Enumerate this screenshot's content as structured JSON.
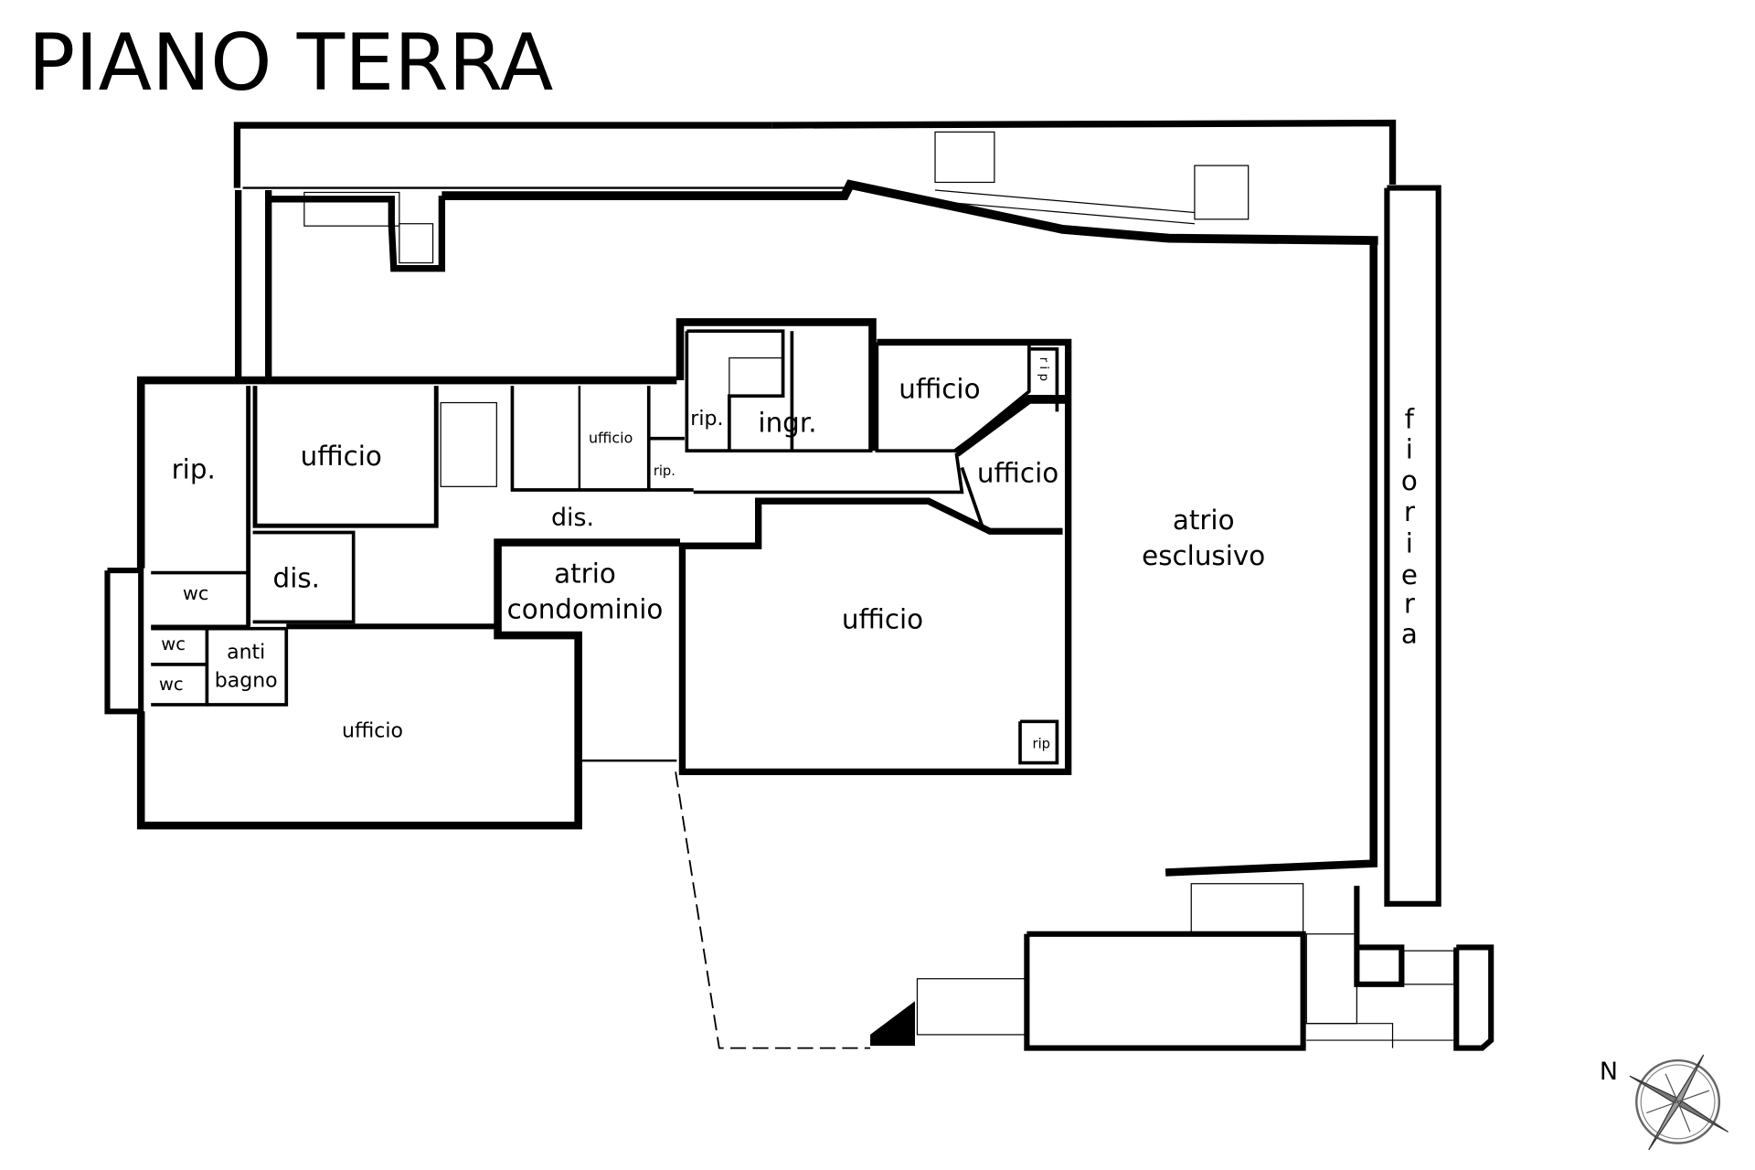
{
  "title": "PIANO TERRA",
  "rooms": {
    "rip_left": "rip.",
    "ufficio_1": "ufficio",
    "ufficio_small": "ufficio",
    "rip_small": "rip.",
    "rip_stair": "rip.",
    "ingr": "ingr.",
    "ufficio_top_right": "ufficio",
    "rip_vertical": "r i p",
    "ufficio_angled": "ufficio",
    "dis_center": "dis.",
    "dis_left": "dis.",
    "wc_1": "wc",
    "wc_2": "wc",
    "wc_3": "wc",
    "antibagno_1": "anti",
    "antibagno_2": "bagno",
    "atrio_condominio_1": "atrio",
    "atrio_condominio_2": "condominio",
    "ufficio_large": "ufficio",
    "ufficio_bottom": "ufficio",
    "rip_corner": "rip",
    "atrio_esclusivo_1": "atrio",
    "atrio_esclusivo_2": "esclusivo",
    "fioriera": [
      "f",
      "i",
      "o",
      "r",
      "i",
      "e",
      "r",
      "a"
    ]
  },
  "compass": {
    "label": "N"
  }
}
